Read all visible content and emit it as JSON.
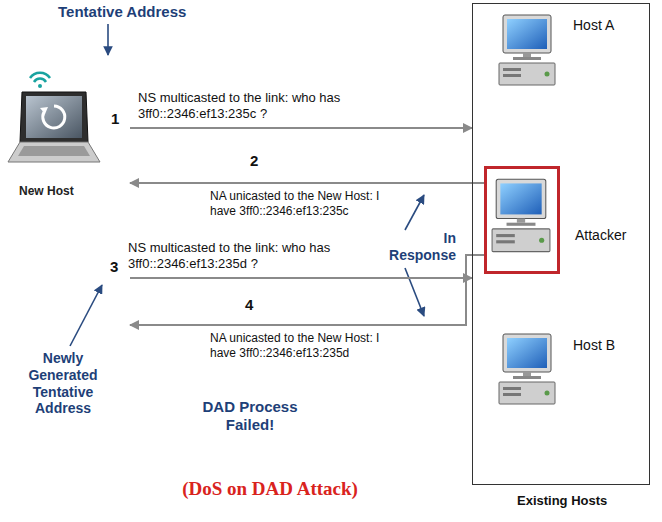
{
  "diagram": {
    "caption": "(DoS on DAD Attack)",
    "nodes": [
      {
        "text": [
          "New Host"
        ]
      },
      {
        "text": [
          "Existing Hosts"
        ]
      },
      {
        "text": [
          "Host A"
        ],
        "in": 1
      },
      {
        "text": [
          "Attacker"
        ],
        "in": 1
      },
      {
        "text": [
          "Host B"
        ],
        "in": 1
      }
    ],
    "edges": [
      {
        "from": 0,
        "to": 1,
        "arrow": "to",
        "label": "NS multicasted to the link: who has 3ff0::2346:ef13:235c ?"
      },
      {
        "from": 3,
        "to": 0,
        "arrow": "to",
        "label": "NA unicasted to the New Host: I have 3ff0::2346:ef13:235c"
      },
      {
        "from": 0,
        "to": 1,
        "arrow": "to",
        "label": "NS multicasted to the link: who has 3ff0::2346:ef13:235d ?"
      },
      {
        "from": 3,
        "to": 0,
        "arrow": "to",
        "label": "NA unicasted to the New Host: I have 3ff0::2346:ef13:235d"
      }
    ],
    "labels": [
      "Tentative Address",
      "1",
      "2",
      "3",
      "4",
      "In Response",
      "Newly Generated Tentative Address",
      "DAD Process Failed!"
    ]
  }
}
